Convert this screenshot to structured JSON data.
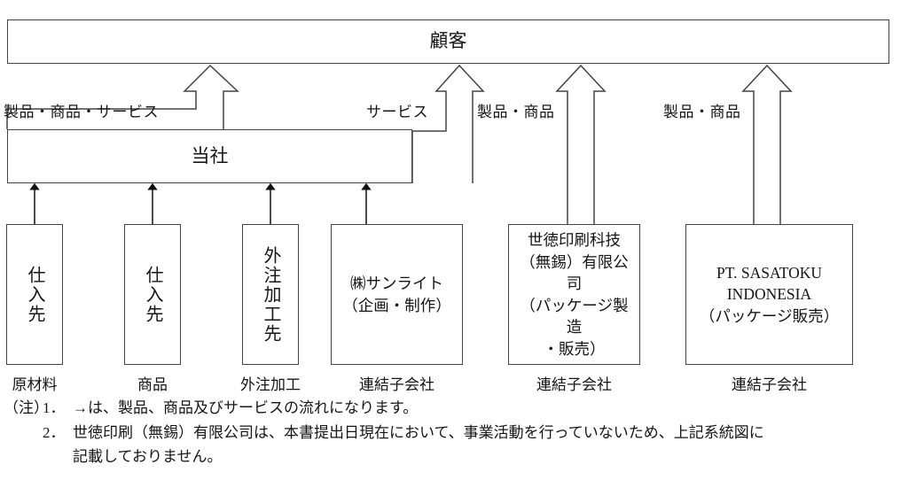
{
  "diagram": {
    "title_box": {
      "label": "顧客"
    },
    "company_box": {
      "label": "当社"
    },
    "flow_labels": [
      {
        "id": "to-customer-left",
        "text": "製品・商品・サービス"
      },
      {
        "id": "service",
        "text": "サービス"
      },
      {
        "id": "goods-sunlight",
        "text": "製品・商品"
      },
      {
        "id": "goods-shitoku",
        "text": "製品・商品"
      }
    ],
    "suppliers": [
      {
        "label": "仕入先",
        "caption": "原材料"
      },
      {
        "label": "仕入先",
        "caption": "商品"
      },
      {
        "label": "外注加工先",
        "caption": "外注加工"
      }
    ],
    "subsidiaries": [
      {
        "lines": [
          "㈱サンライト",
          "（企画・制作）"
        ],
        "caption": "連結子会社"
      },
      {
        "lines": [
          "世徳印刷科技",
          "（無錫）有限公司",
          "（パッケージ製造",
          "・販売）"
        ],
        "caption": "連結子会社"
      },
      {
        "lines": [
          "PT. SASATOKU",
          "INDONESIA",
          "（パッケージ販売）"
        ],
        "caption": "連結子会社"
      }
    ]
  },
  "notes": {
    "marker": "（注）",
    "items": [
      {
        "number": "1．",
        "text": "→は、製品、商品及びサービスの流れになります。",
        "continuation": ""
      },
      {
        "number": "2．",
        "text": "世徳印刷（無錫）有限公司は、本書提出日現在において、事業活動を行っていないため、上記系統図に",
        "continuation": "記載しておりません。"
      }
    ]
  },
  "colors": {
    "stroke": "#444444",
    "text": "#151515",
    "background": "#ffffff"
  }
}
